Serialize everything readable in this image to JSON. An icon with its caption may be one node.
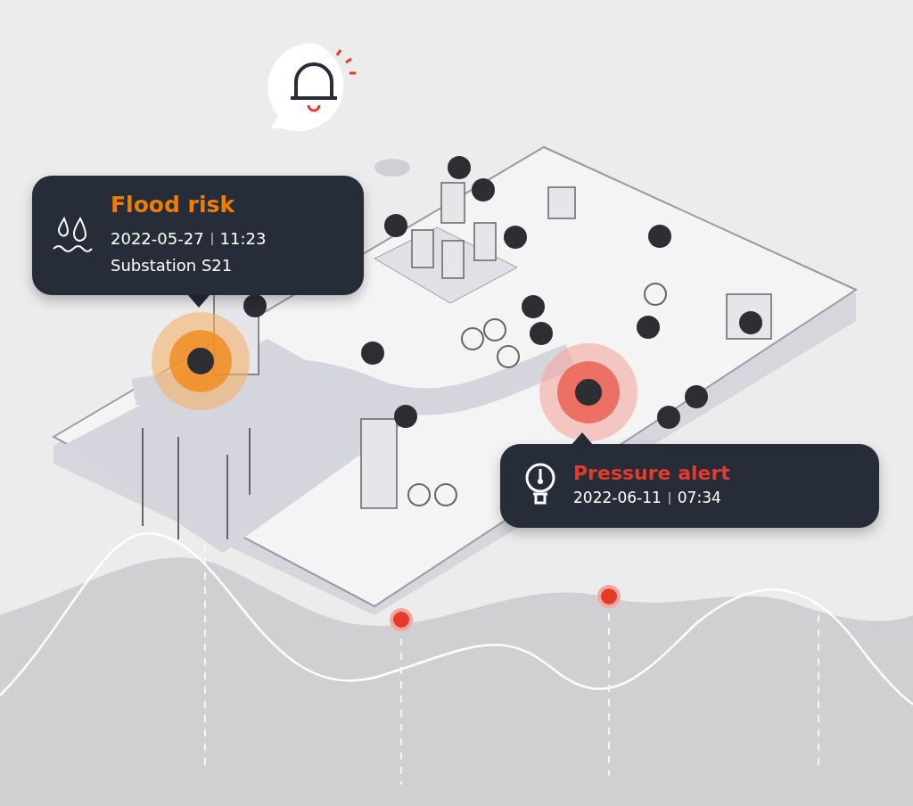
{
  "diagram": {
    "nodes": [
      {
        "text": [
          "Flood risk",
          "2022-05-27",
          "11:23",
          "Substation S21"
        ]
      },
      {
        "text": [
          "Pressure alert",
          "2022-06-11",
          "07:34"
        ]
      }
    ]
  }
}
